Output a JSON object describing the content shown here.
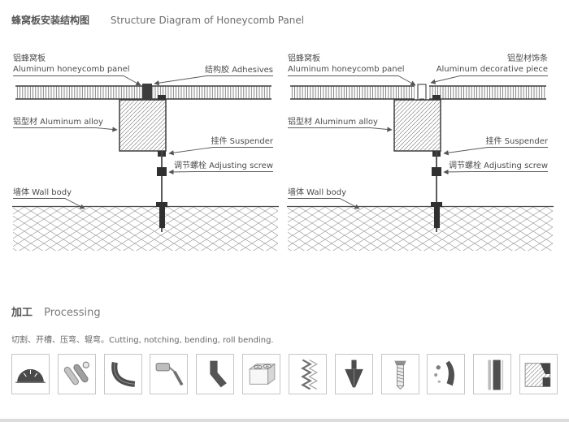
{
  "header": {
    "title_cn": "蜂窝板安装结构图",
    "title_en": "Structure Diagram of Honeycomb Panel"
  },
  "diagrams": [
    {
      "panel_cn": "铝蜂窝板",
      "panel_en": "Aluminum honeycomb panel",
      "joint_label": "结构胶 Adhesives",
      "alloy_label": "铝型材 Aluminum alloy",
      "suspender_label": "挂件 Suspender",
      "screw_label": "调节螺栓 Adjusting screw",
      "wall_label": "墙体 Wall body"
    },
    {
      "panel_cn": "铝蜂窝板",
      "panel_en": "Aluminum honeycomb panel",
      "joint_cn": "铝型材饰条",
      "joint_en": "Aluminum decorative piece",
      "alloy_label": "铝型材 Aluminum alloy",
      "suspender_label": "挂件 Suspender",
      "screw_label": "调节螺栓 Adjusting screw",
      "wall_label": "墙体 Wall body"
    }
  ],
  "processing": {
    "title_cn": "加工",
    "title_en": "Processing",
    "description": "切割、开槽、压弯、辊弯。Cutting, notching, bending, roll bending.",
    "icons": [
      "circular-saw-blade",
      "milling-rollers",
      "bent-sheet",
      "polishing-tool",
      "press-bent-plate",
      "drilled-block",
      "corrugated-sheet",
      "countersink-bit",
      "screw",
      "welding-drops",
      "panel-edge",
      "notched-block"
    ]
  },
  "colors": {
    "line_dark": "#3d3d3d",
    "leader": "#5a5a5a",
    "hatch": "#9a9a9a"
  }
}
